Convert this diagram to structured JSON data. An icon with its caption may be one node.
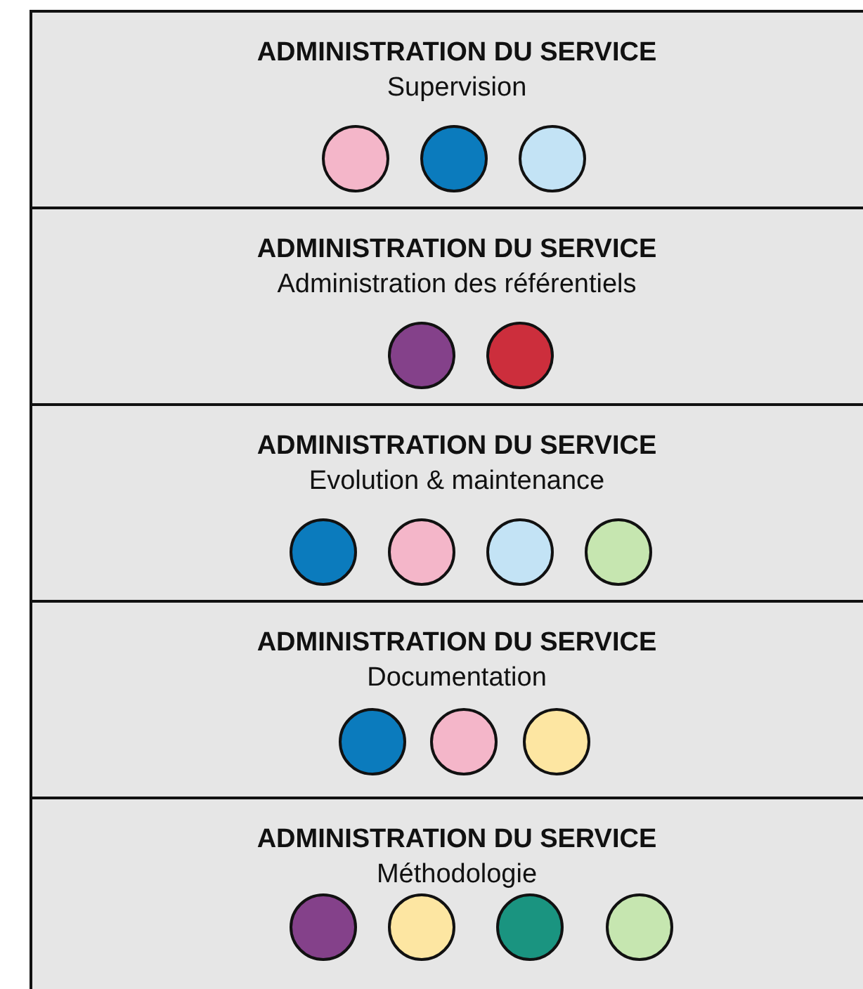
{
  "diagram": {
    "nodes": [
      {
        "text": [
          "ADMINISTRATION DU SERVICE",
          "Supervision"
        ]
      },
      {
        "text": [],
        "shape": "circle",
        "in": 0
      },
      {
        "text": [],
        "shape": "circle",
        "in": 0
      },
      {
        "text": [],
        "shape": "circle",
        "in": 0
      },
      {
        "text": [
          "ADMINISTRATION DU SERVICE",
          "Administration des référentiels"
        ]
      },
      {
        "text": [],
        "shape": "circle",
        "in": 4
      },
      {
        "text": [],
        "shape": "circle",
        "in": 4
      },
      {
        "text": [
          "ADMINISTRATION DU SERVICE",
          "Evolution & maintenance"
        ]
      },
      {
        "text": [],
        "shape": "circle",
        "in": 7
      },
      {
        "text": [],
        "shape": "circle",
        "in": 7
      },
      {
        "text": [],
        "shape": "circle",
        "in": 7
      },
      {
        "text": [],
        "shape": "circle",
        "in": 7
      },
      {
        "text": [
          "ADMINISTRATION DU SERVICE",
          "Documentation"
        ]
      },
      {
        "text": [],
        "shape": "circle",
        "in": 12
      },
      {
        "text": [],
        "shape": "circle",
        "in": 12
      },
      {
        "text": [],
        "shape": "circle",
        "in": 12
      },
      {
        "text": [
          "ADMINISTRATION DU SERVICE",
          "Méthodologie"
        ]
      },
      {
        "text": [],
        "shape": "circle",
        "in": 16
      },
      {
        "text": [],
        "shape": "circle",
        "in": 16
      },
      {
        "text": [],
        "shape": "circle",
        "in": 16
      },
      {
        "text": [],
        "shape": "circle",
        "in": 16
      }
    ]
  }
}
